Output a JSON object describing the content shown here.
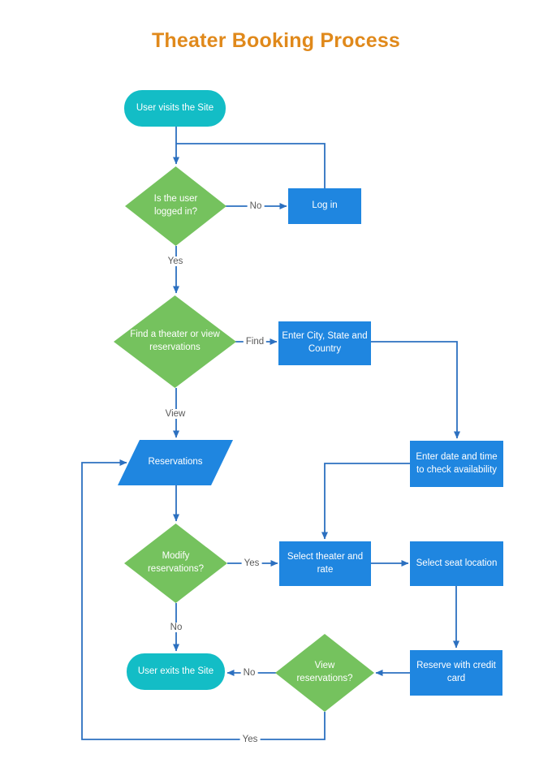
{
  "title": "Theater Booking Process",
  "colors": {
    "title": "#e0891b",
    "terminal": "#13bdc6",
    "decision": "#75c25e",
    "process": "#1f86e0",
    "connector": "#2c70c0",
    "edge_label_text": "#5a5a5a"
  },
  "nodes": [
    {
      "id": "start",
      "type": "terminal",
      "label": "User visits the Site"
    },
    {
      "id": "logged-in",
      "type": "decision",
      "label": "Is the user logged in?"
    },
    {
      "id": "login",
      "type": "process",
      "label": "Log in"
    },
    {
      "id": "find-or-view",
      "type": "decision",
      "label": "Find a theater or view reservations"
    },
    {
      "id": "enter-city",
      "type": "process",
      "label": "Enter City, State and Country"
    },
    {
      "id": "enter-date",
      "type": "process",
      "label": "Enter date and time to check availability"
    },
    {
      "id": "reservations",
      "type": "data",
      "label": "Reservations"
    },
    {
      "id": "modify",
      "type": "decision",
      "label": "Modify reservations?"
    },
    {
      "id": "select-theater",
      "type": "process",
      "label": "Select theater and rate"
    },
    {
      "id": "select-seat",
      "type": "process",
      "label": "Select seat location"
    },
    {
      "id": "reserve-card",
      "type": "process",
      "label": "Reserve with credit card"
    },
    {
      "id": "view-reservations",
      "type": "decision",
      "label": "View reservations?"
    },
    {
      "id": "exit",
      "type": "terminal",
      "label": "User exits the Site"
    }
  ],
  "edge_labels": [
    {
      "text": "No"
    },
    {
      "text": "Yes"
    },
    {
      "text": "Find"
    },
    {
      "text": "View"
    },
    {
      "text": "Yes"
    },
    {
      "text": "No"
    },
    {
      "text": "No"
    },
    {
      "text": "Yes"
    }
  ]
}
